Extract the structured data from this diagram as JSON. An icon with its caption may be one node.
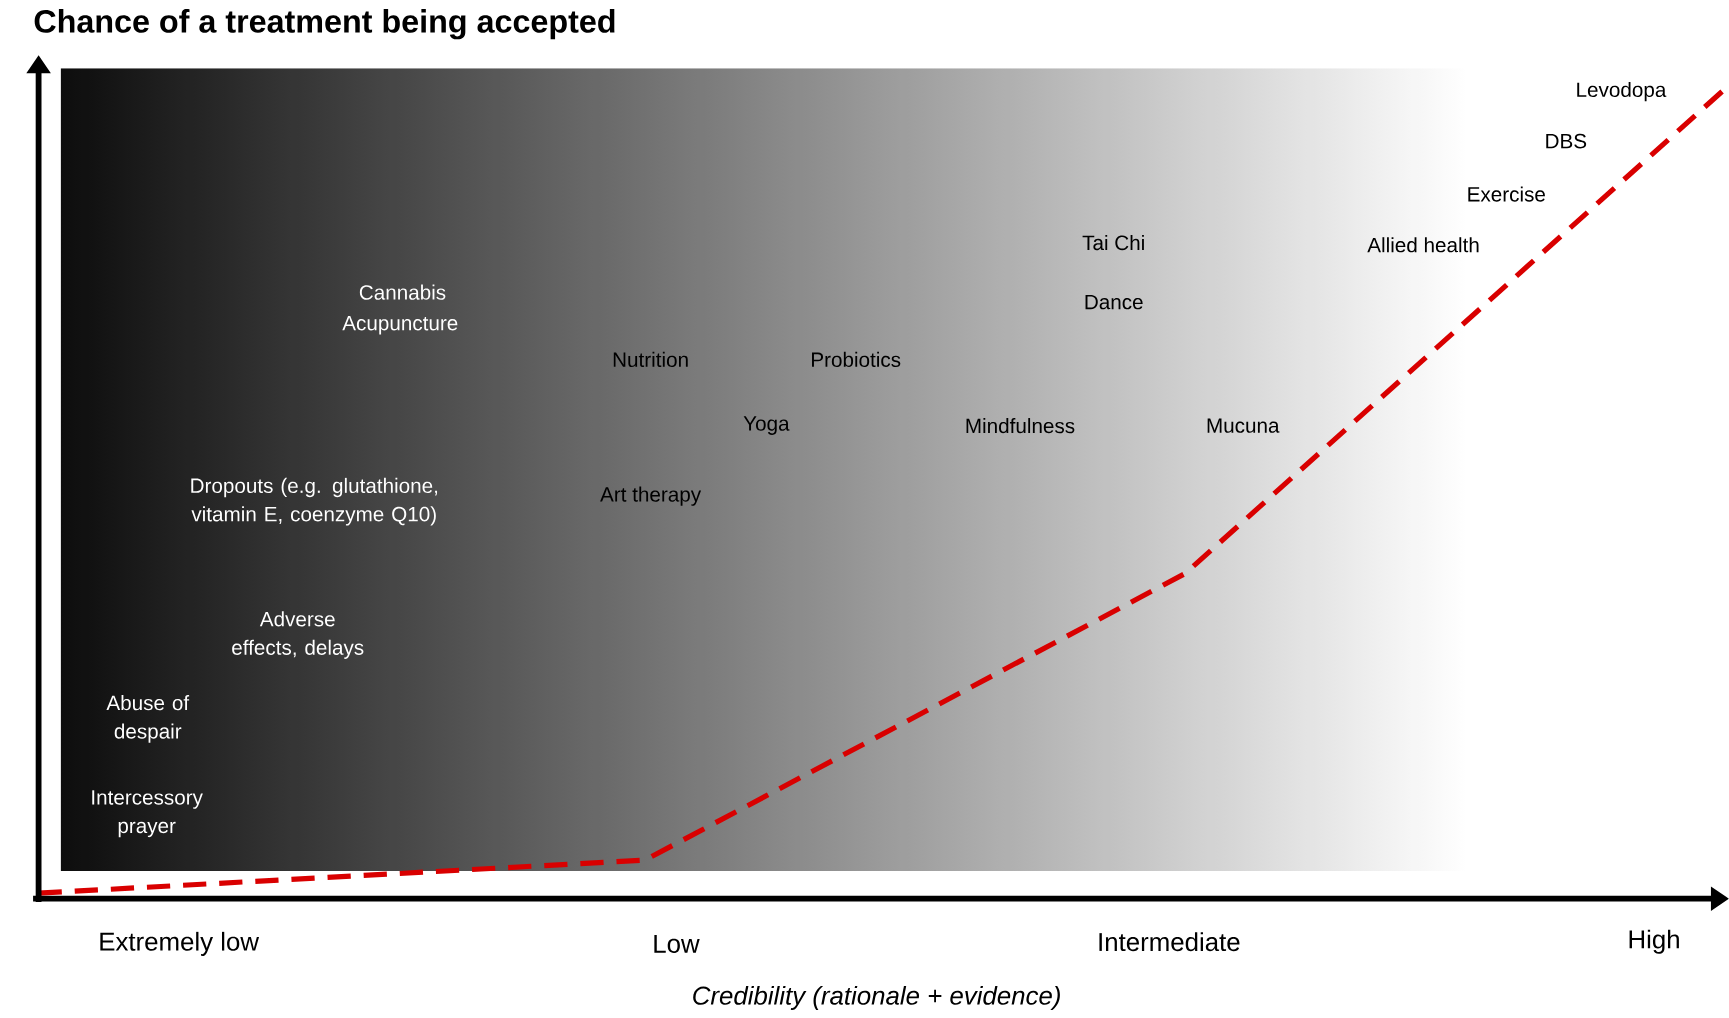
{
  "diagram": {
    "title": "Chance of a treatment being accepted",
    "labels": [
      "Levodopa",
      "DBS",
      "Exercise",
      "Tai Chi",
      "Allied health",
      "Cannabis",
      "Dance",
      "Acupuncture",
      "Nutrition",
      "Probiotics",
      "Yoga",
      "Mindfulness",
      "Mucuna",
      "Dropouts (e.g. glutathione, vitamin E, coenzyme Q10)",
      "Art therapy",
      "Adverse effects, delays",
      "Abuse of despair",
      "Intercessory prayer",
      "Extremely low",
      "Low",
      "Intermediate",
      "High",
      "Credibility (rationale + evidence)"
    ]
  }
}
